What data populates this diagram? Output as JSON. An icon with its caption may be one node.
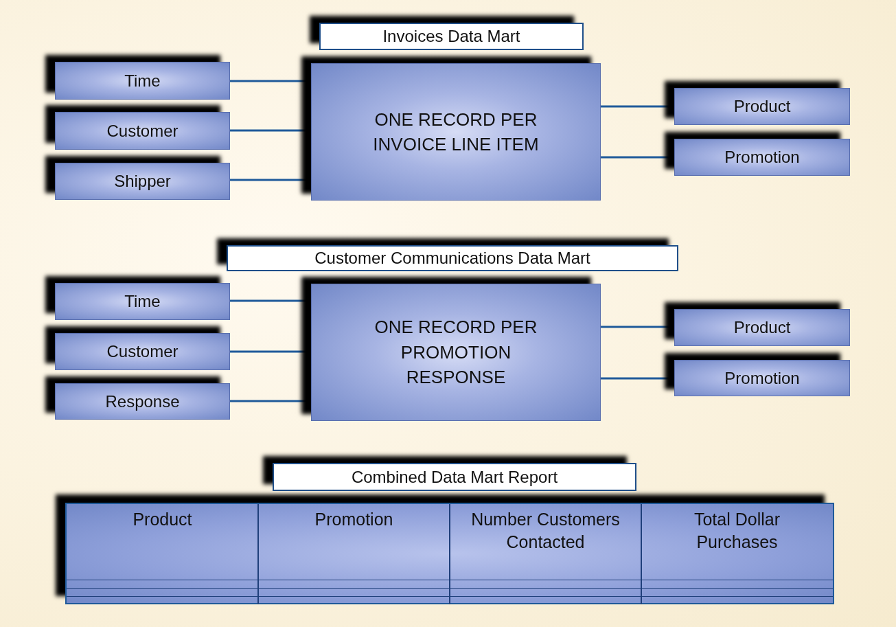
{
  "diagram": {
    "nodes": [
      {
        "text": [
          "Invoices Data Mart"
        ]
      },
      {
        "text": [
          "ONE RECORD PER INVOICE LINE ITEM"
        ]
      },
      {
        "text": [
          "Time"
        ]
      },
      {
        "text": [
          "Customer"
        ]
      },
      {
        "text": [
          "Shipper"
        ]
      },
      {
        "text": [
          "Product"
        ]
      },
      {
        "text": [
          "Promotion"
        ]
      },
      {
        "text": [
          "Customer Communications Data Mart"
        ]
      },
      {
        "text": [
          "ONE RECORD PER PROMOTION RESPONSE"
        ]
      },
      {
        "text": [
          "Time"
        ]
      },
      {
        "text": [
          "Customer"
        ]
      },
      {
        "text": [
          "Response"
        ]
      },
      {
        "text": [
          "Product"
        ]
      },
      {
        "text": [
          "Promotion"
        ]
      },
      {
        "text": [
          "Combined Data Mart Report"
        ]
      }
    ],
    "edges": [
      {
        "from": 2,
        "to": 1,
        "arrow": "none"
      },
      {
        "from": 3,
        "to": 1,
        "arrow": "none"
      },
      {
        "from": 4,
        "to": 1,
        "arrow": "none"
      },
      {
        "from": 1,
        "to": 5,
        "arrow": "none"
      },
      {
        "from": 1,
        "to": 6,
        "arrow": "none"
      },
      {
        "from": 9,
        "to": 8,
        "arrow": "none"
      },
      {
        "from": 10,
        "to": 8,
        "arrow": "none"
      },
      {
        "from": 11,
        "to": 8,
        "arrow": "none"
      },
      {
        "from": 8,
        "to": 12,
        "arrow": "none"
      },
      {
        "from": 8,
        "to": 13,
        "arrow": "none"
      }
    ],
    "labels": [
      "Product",
      "Promotion",
      "Number Customers Contacted",
      "Total Dollar Purchases"
    ]
  }
}
